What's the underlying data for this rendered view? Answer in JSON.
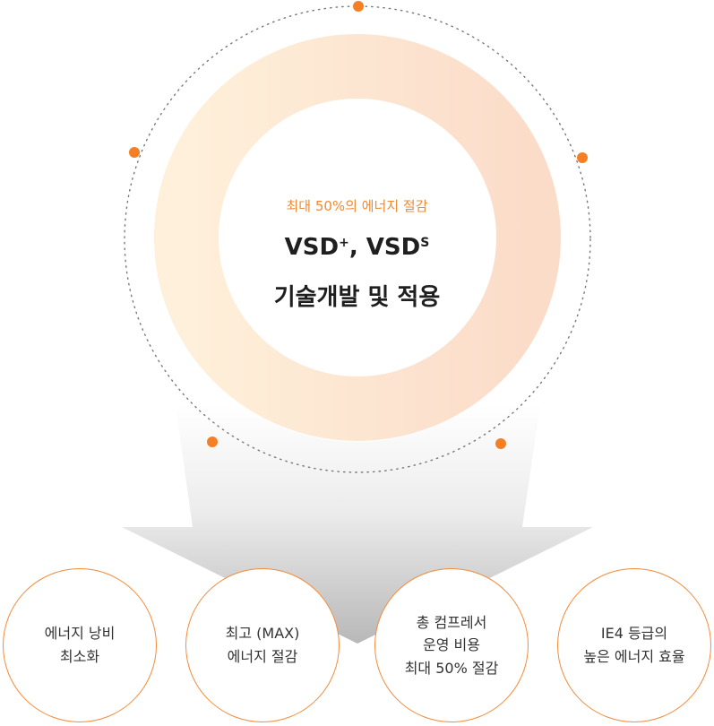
{
  "hub": {
    "subtitle": "최대 50%의 에너지 절감",
    "title_prefix_1": "VSD",
    "superscript_1": "+",
    "separator": ", ",
    "title_prefix_2": "VSD",
    "superscript_2": "S",
    "title_line2": "기술개발 및 적용"
  },
  "benefits": [
    {
      "line1": "에너지 낭비",
      "line2": "최소화"
    },
    {
      "line1": "최고 (MAX)",
      "line2": "에너지 절감"
    },
    {
      "line1": "총 컴프레서",
      "line2": "운영 비용",
      "line3": "최대 50% 절감"
    },
    {
      "line1": "IE4 등급의",
      "line2": "높은 에너지 효율"
    }
  ],
  "colors": {
    "accent": "#f28c3c",
    "ring_start": "#fdecd6",
    "ring_end": "#fbd9c6",
    "arrow_top": "#ffffff",
    "arrow_bottom": "#b5b5b5"
  }
}
